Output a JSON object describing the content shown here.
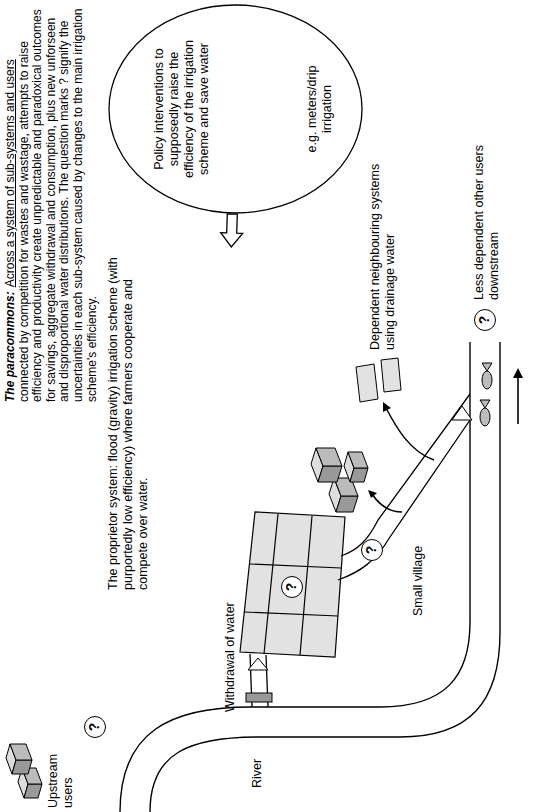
{
  "diagram": {
    "nodes": [
      {
        "text": [
          "Policy interventions to supposedly raise the efficiency of the irrigation scheme and save water",
          "e.g. meters/drip irrigation"
        ]
      },
      {
        "text": [
          "The proprietor system: flood (gravity) irrigation scheme (with purportedly low efficiency) where farmers cooperate and compete over water."
        ]
      },
      {
        "text": [
          "?"
        ],
        "in": 1
      },
      {
        "text": [
          "?"
        ]
      },
      {
        "text": [
          "?"
        ]
      },
      {
        "text": [
          "?"
        ]
      }
    ],
    "edges": [
      {
        "from": 0,
        "to": 1,
        "arrow": "to"
      }
    ],
    "labels": [
      "The paracommons:",
      "Across a system of sub-systems and users",
      "connected by competition for wastes and wastage, attempts to raise efficiency and productivity create unpredictable and paradoxical outcomes for savings, aggregate withdrawal and consumption, plus new unforseen and disproportional water distributions. The question marks ? signify the uncertainties in each sub-system caused by changes to the main irrigation scheme's efficiency.",
      "Upstream users",
      "River",
      "Withdrawal of water",
      "Small village",
      "Dependent neighbouring systems using drainage water",
      "Less dependent other users downstream"
    ]
  }
}
